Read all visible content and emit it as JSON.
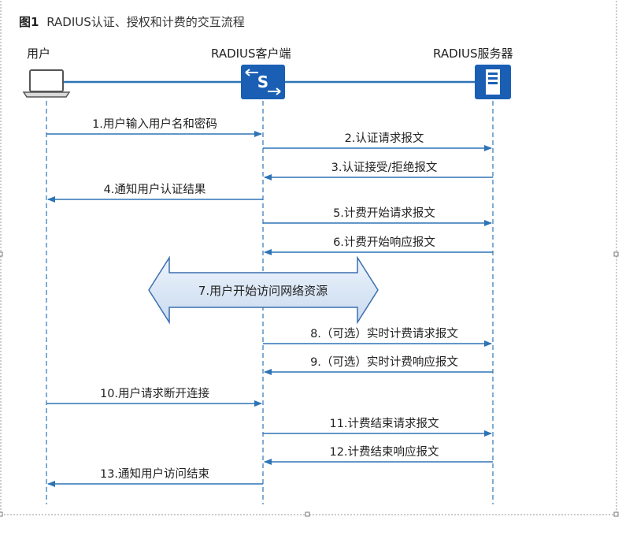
{
  "figure": {
    "title_prefix": "图1",
    "title": "RADIUS认证、授权和计费的交互流程"
  },
  "actors": [
    {
      "id": "user",
      "label": "用户",
      "icon": "laptop-icon"
    },
    {
      "id": "client",
      "label": "RADIUS客户端",
      "icon": "switch-icon",
      "icon_letter": "S"
    },
    {
      "id": "server",
      "label": "RADIUS服务器",
      "icon": "server-icon"
    }
  ],
  "messages": [
    {
      "label": "1.用户输入用户名和密码",
      "from": "user",
      "to": "client"
    },
    {
      "label": "2.认证请求报文",
      "from": "client",
      "to": "server"
    },
    {
      "label": "3.认证接受/拒绝报文",
      "from": "server",
      "to": "client"
    },
    {
      "label": "4.通知用户认证结果",
      "from": "client",
      "to": "user"
    },
    {
      "label": "5.计费开始请求报文",
      "from": "client",
      "to": "server"
    },
    {
      "label": "6.计费开始响应报文",
      "from": "server",
      "to": "client"
    },
    {
      "label": "8.（可选）实时计费请求报文",
      "from": "client",
      "to": "server"
    },
    {
      "label": "9.（可选）实时计费响应报文",
      "from": "server",
      "to": "client"
    },
    {
      "label": "10.用户请求断开连接",
      "from": "user",
      "to": "client"
    },
    {
      "label": "11.计费结束请求报文",
      "from": "client",
      "to": "server"
    },
    {
      "label": "12.计费结束响应报文",
      "from": "server",
      "to": "client"
    },
    {
      "label": "13.通知用户访问结束",
      "from": "client",
      "to": "user"
    }
  ],
  "access_step": {
    "label": "7.用户开始访问网络资源"
  },
  "colors": {
    "arrow": "#2e74b5",
    "network_line": "#2e74b5",
    "icon_fill": "#1a5fb4",
    "lifeline": "#2e74b5",
    "big_arrow_fill": "#dde9f7",
    "big_arrow_stroke": "#3a6fb0",
    "frame": "#9a9a9a"
  }
}
